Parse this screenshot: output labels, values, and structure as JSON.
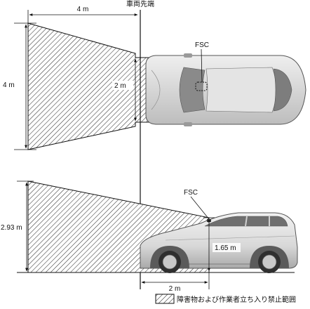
{
  "labels": {
    "vehicle_front_end": "車両先端",
    "top_depth": "4 m",
    "top_width": "4 m",
    "top_near_width": "2 m",
    "top_sensor": "FSC",
    "side_height": "2.93 m",
    "side_sensor": "FSC",
    "side_near_height": "1.65 m",
    "side_depth": "2 m",
    "legend_text": "障害物および作業者立ち入り禁止範囲"
  },
  "colors": {
    "hatch": "#333333",
    "outline": "#111111",
    "car_body": "#d9d9d9",
    "car_dark": "#6f6f6f",
    "background": "#ffffff"
  },
  "icons": {
    "legend_swatch": "hatched-square-icon"
  }
}
